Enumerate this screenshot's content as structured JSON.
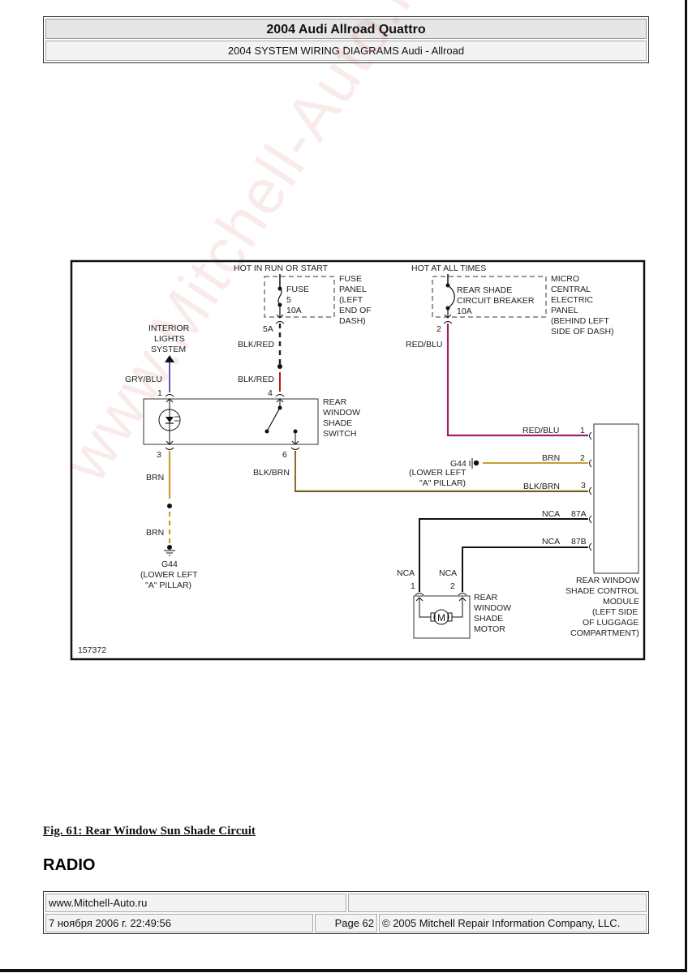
{
  "header": {
    "title": "2004 Audi Allroad Quattro",
    "subtitle": "2004 SYSTEM WIRING DIAGRAMS Audi - Allroad"
  },
  "watermark": "www.Mitchell-Auto.ru",
  "diagram": {
    "figure_number": "157372",
    "power_sources": [
      {
        "label": "HOT IN RUN OR START",
        "component_lines": [
          "FUSE",
          "5",
          "10A"
        ],
        "panel_lines": [
          "FUSE",
          "PANEL",
          "(LEFT",
          "END OF",
          "DASH)"
        ],
        "output_pin": "5A"
      },
      {
        "label": "HOT AT ALL TIMES",
        "component_lines": [
          "REAR SHADE",
          "CIRCUIT BREAKER",
          "10A"
        ],
        "panel_lines": [
          "MICRO",
          "CENTRAL",
          "ELECTRIC",
          "PANEL",
          "(BEHIND LEFT",
          "SIDE OF DASH)"
        ],
        "output_pin": "2"
      }
    ],
    "interior_lights": [
      "INTERIOR",
      "LIGHTS",
      "SYSTEM"
    ],
    "switch": {
      "name_lines": [
        "REAR",
        "WINDOW",
        "SHADE",
        "SWITCH"
      ],
      "pins": [
        "1",
        "4",
        "3",
        "6"
      ]
    },
    "wires": {
      "gry_blu": "GRY/BLU",
      "blk_red_upper": "BLK/RED",
      "blk_red_lower": "BLK/RED",
      "red_blu_vertical": "RED/BLU",
      "brn_upper": "BRN",
      "brn_lower": "BRN",
      "blk_brn": "BLK/BRN"
    },
    "ground_left": {
      "name": "G44",
      "location_lines": [
        "(LOWER LEFT",
        "\"A\" PILLAR)"
      ]
    },
    "ground_mid": {
      "name": "G44",
      "location_lines": [
        "(LOWER LEFT",
        "\"A\" PILLAR)"
      ]
    },
    "module": {
      "name_lines": [
        "REAR WINDOW",
        "SHADE CONTROL",
        "MODULE",
        "(LEFT SIDE",
        "OF LUGGAGE",
        "COMPARTMENT)"
      ],
      "connections": [
        {
          "wire": "RED/BLU",
          "pin": "1"
        },
        {
          "wire": "BRN",
          "pin": "2"
        },
        {
          "wire": "BLK/BRN",
          "pin": "3"
        },
        {
          "wire": "NCA",
          "pin": "87A"
        },
        {
          "wire": "NCA",
          "pin": "87B"
        }
      ]
    },
    "motor": {
      "name_lines": [
        "REAR",
        "WINDOW",
        "SHADE",
        "MOTOR"
      ],
      "symbol": "M",
      "pins": [
        {
          "pin": "1",
          "wire": "NCA"
        },
        {
          "pin": "2",
          "wire": "NCA"
        }
      ]
    },
    "colors": {
      "gry_blu": "#5a5ab8",
      "blk_red": "#b02020",
      "red_blu": "#a0206a",
      "brn": "#c8a032",
      "blk_brn": "#6b5a1e",
      "nca": "#111111"
    }
  },
  "caption": "Fig. 61: Rear Window Sun Shade Circuit",
  "section_heading": "RADIO",
  "footer": {
    "website": "www.Mitchell-Auto.ru",
    "empty_cell": "",
    "datetime": "7 ноября 2006 г. 22:49:56",
    "page": "Page 62",
    "copyright": "© 2005 Mitchell Repair Information Company, LLC."
  }
}
